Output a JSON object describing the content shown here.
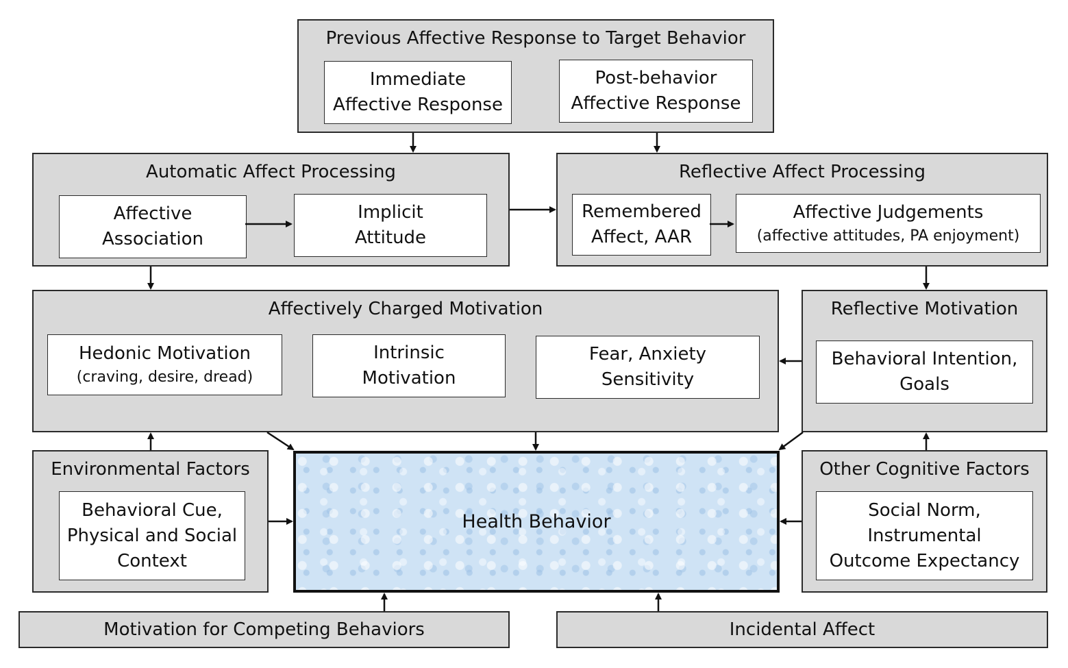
{
  "previous_response": {
    "title": "Previous Affective Response to Target Behavior",
    "immediate": [
      "Immediate",
      "Affective Response"
    ],
    "post": [
      "Post-behavior",
      "Affective Response"
    ]
  },
  "automatic": {
    "title": "Automatic Affect Processing",
    "association": [
      "Affective",
      "Association"
    ],
    "implicit": [
      "Implicit",
      "Attitude"
    ]
  },
  "reflective_processing": {
    "title": "Reflective Affect Processing",
    "remembered": [
      "Remembered",
      "Affect, AAR"
    ],
    "judgements": "Affective Judgements",
    "judgements_sub": "(affective attitudes, PA enjoyment)"
  },
  "charged": {
    "title": "Affectively Charged Motivation",
    "hedonic": "Hedonic Motivation",
    "hedonic_sub": "(craving, desire, dread)",
    "intrinsic": [
      "Intrinsic",
      "Motivation"
    ],
    "fear": [
      "Fear, Anxiety",
      "Sensitivity"
    ]
  },
  "reflective_motivation": {
    "title": "Reflective Motivation",
    "intention": [
      "Behavioral Intention,",
      "Goals"
    ]
  },
  "environmental": {
    "title": "Environmental Factors",
    "cue": [
      "Behavioral Cue,",
      "Physical and Social",
      "Context"
    ]
  },
  "health": {
    "label": "Health Behavior"
  },
  "cognitive": {
    "title": "Other Cognitive Factors",
    "norm": [
      "Social Norm,",
      "Instrumental",
      "Outcome Expectancy"
    ]
  },
  "competing": {
    "label": "Motivation for Competing Behaviors"
  },
  "incidental": {
    "label": "Incidental Affect"
  }
}
